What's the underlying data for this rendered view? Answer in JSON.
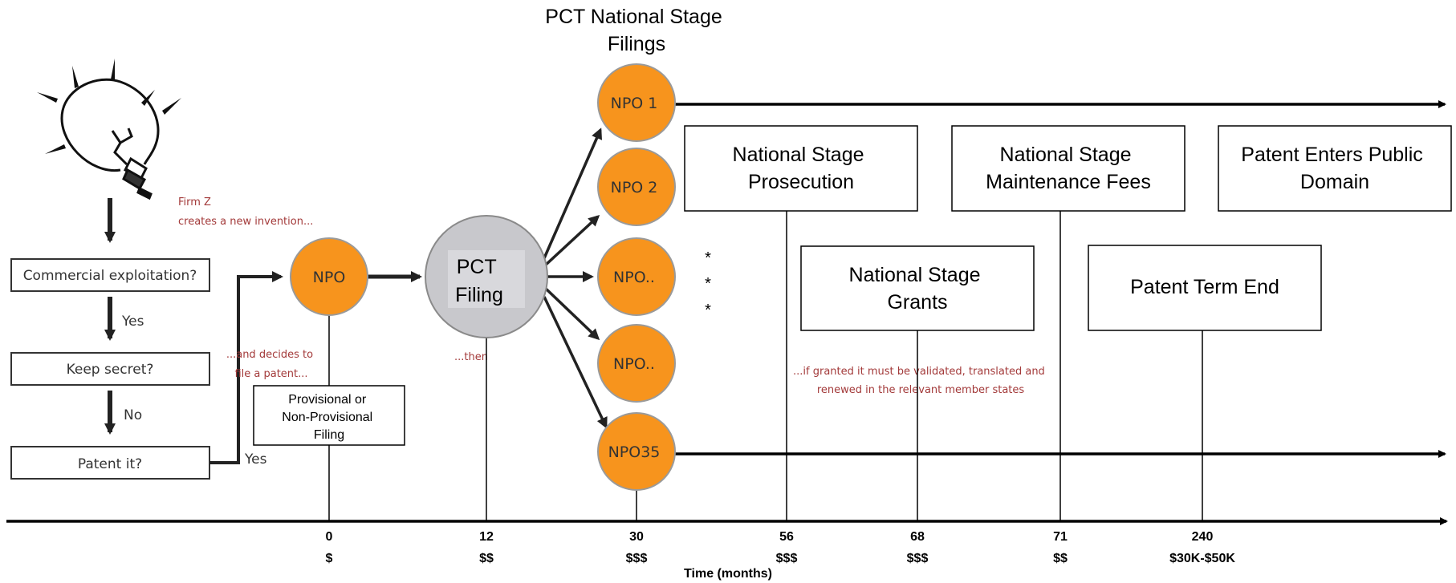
{
  "title": [
    "PCT National Stage",
    "Filings"
  ],
  "flowchart": {
    "q1": "Commercial exploitation?",
    "a1": "Yes",
    "q2": "Keep secret?",
    "a2": "No",
    "q3": "Patent it?",
    "a3": "Yes"
  },
  "notes": {
    "invention": [
      "Firm Z",
      "creates a new invention..."
    ],
    "decides": [
      "...and decides to",
      "file a patent..."
    ],
    "then": "...then",
    "granted": [
      "...if granted it must be validated, translated and",
      "renewed in the relevant member states"
    ]
  },
  "nodes": {
    "npo": "NPO",
    "pct": [
      "PCT",
      "Filing"
    ],
    "npo1": "NPO 1",
    "npo2": "NPO 2",
    "npo3": "NPO..",
    "npo4": "NPO..",
    "npo35": "NPO35",
    "ellipsis": "*"
  },
  "boxes": {
    "provisional": [
      "Provisional or",
      "Non-Provisional",
      "Filing"
    ],
    "prosecution": [
      "National Stage",
      "Prosecution"
    ],
    "grants": [
      "National Stage",
      "Grants"
    ],
    "maintenance": [
      "National Stage",
      "Maintenance Fees"
    ],
    "term_end": "Patent Term End",
    "public_domain": [
      "Patent Enters Public",
      "Domain"
    ]
  },
  "timeline": {
    "label": "Time (months)",
    "ticks": [
      {
        "month": "0",
        "cost": "$"
      },
      {
        "month": "12",
        "cost": "$$"
      },
      {
        "month": "30",
        "cost": "$$$"
      },
      {
        "month": "56",
        "cost": "$$$"
      },
      {
        "month": "68",
        "cost": "$$$"
      },
      {
        "month": "71",
        "cost": "$$"
      },
      {
        "month": "240",
        "cost": "$30K-$50K"
      }
    ]
  },
  "colors": {
    "node_fill": "#f7941d",
    "pct_fill": "#c8c8cc",
    "note_text": "#a33a3a"
  }
}
